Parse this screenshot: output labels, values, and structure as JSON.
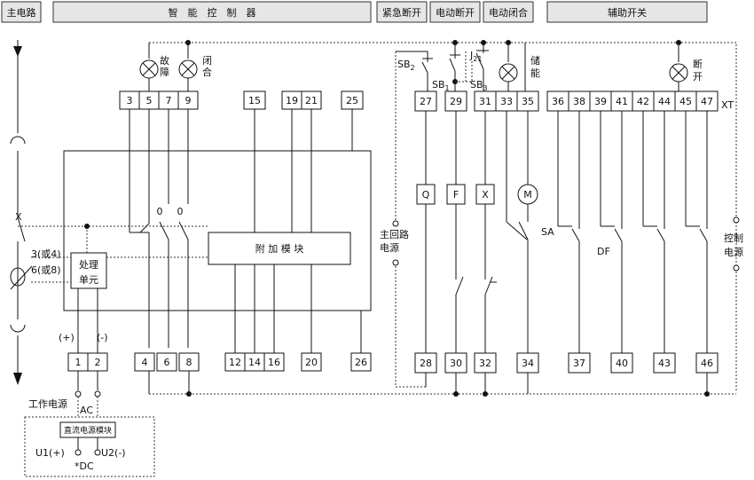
{
  "headers": {
    "main_circuit": "主电路",
    "smart_controller": "智　能　控　制　器",
    "emergency_break": "紧急断开",
    "electric_break": "电动断开",
    "electric_close": "电动闭合",
    "aux_switch": "辅助开关"
  },
  "terminals": {
    "top": [
      "3",
      "5",
      "7",
      "9",
      "15",
      "19",
      "21",
      "25",
      "27",
      "29",
      "31",
      "33",
      "35",
      "36",
      "38",
      "39",
      "41",
      "42",
      "44",
      "45",
      "47"
    ],
    "bottom": [
      "1",
      "2",
      "4",
      "6",
      "8",
      "12",
      "14",
      "16",
      "20",
      "26",
      "28",
      "30",
      "32",
      "34",
      "37",
      "40",
      "43",
      "46"
    ],
    "xt": "XT"
  },
  "labels": {
    "fault_lamp": [
      "故",
      "障"
    ],
    "close_lamp": [
      "闭",
      "合"
    ],
    "charge_lamp": [
      "储",
      "能"
    ],
    "open_lamp": [
      "断",
      "开"
    ],
    "addon_module": "附 加 模 块",
    "processing_unit": [
      "处理",
      "单元"
    ],
    "plus": "(+)",
    "minus": "(-)",
    "zero": "0",
    "sb2": "SB",
    "sb2_sub": "2",
    "sb1": "SB",
    "sb1_sub": "1",
    "sb3": "SB",
    "sb3_sub": "3",
    "j21": "J",
    "j21_sub": "21",
    "main_loop_power": [
      "主回路",
      "电源"
    ],
    "ctrl_power": [
      "控制",
      "电源"
    ],
    "q": "Q",
    "f": "F",
    "x": "X",
    "m": "M",
    "sa": "SA",
    "df": "DF",
    "x_mark": "X",
    "ct_3": "3(或4)",
    "ct_6": "6(或8)",
    "work_power": "工作电源",
    "ac": "AC",
    "dc_module": "直流电源模块",
    "u1": "U1(+)",
    "u2": "U2(-)",
    "dc": "*DC"
  }
}
